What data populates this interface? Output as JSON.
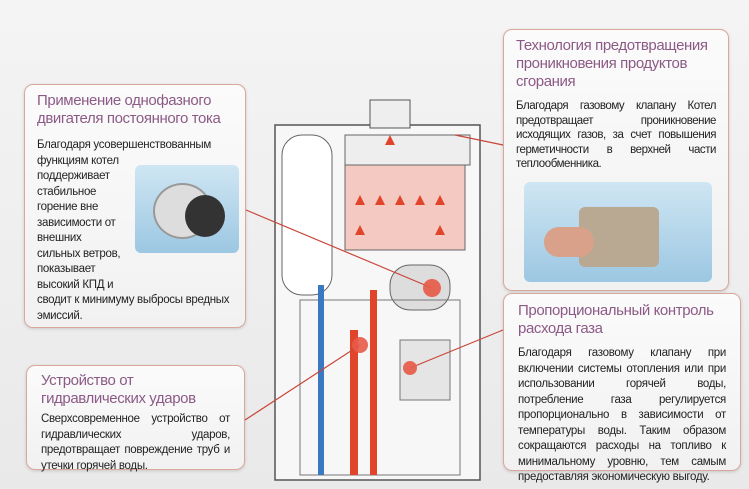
{
  "boxes": [
    {
      "title": "Применение однофазного двигателя постоянного тока",
      "text_lines": [
        "Благодаря усовершенствованным",
        "функциям котел",
        "поддерживает",
        "стабильное",
        "горение вне",
        "зависимости от",
        "внешних",
        "сильных ветров,",
        "показывает",
        "высокий КПД и",
        "сводит к минимуму выбросы вредных",
        "эмиссий."
      ]
    },
    {
      "title": "Технология предотвращения проникновения продуктов сгорания",
      "text": "Благодаря газовому клапану Котел предотвращает проникновение исходящих газов, за счет повышения герметичности в верхней части теплообменника."
    },
    {
      "title": "Пропорциональный контроль расхода газа",
      "text": "Благодаря газовому клапану при включении системы отопления или при использовании горячей воды, потребление газа регулируется пропорционально в зависимости от температуры воды. Таким образом сокращаются расходы на топливо к минимальному уровню, тем самым предоставляя экономическую выгоду."
    },
    {
      "title": "Устройство от гидравлических ударов",
      "text": "Сверхсовременное устройство от гидравлических ударов, предотвращает повреждение труб и утечки горячей воды."
    }
  ],
  "colors": {
    "title": "#8c5a86",
    "border": "#d9a79c",
    "accent": "#e0452b"
  }
}
